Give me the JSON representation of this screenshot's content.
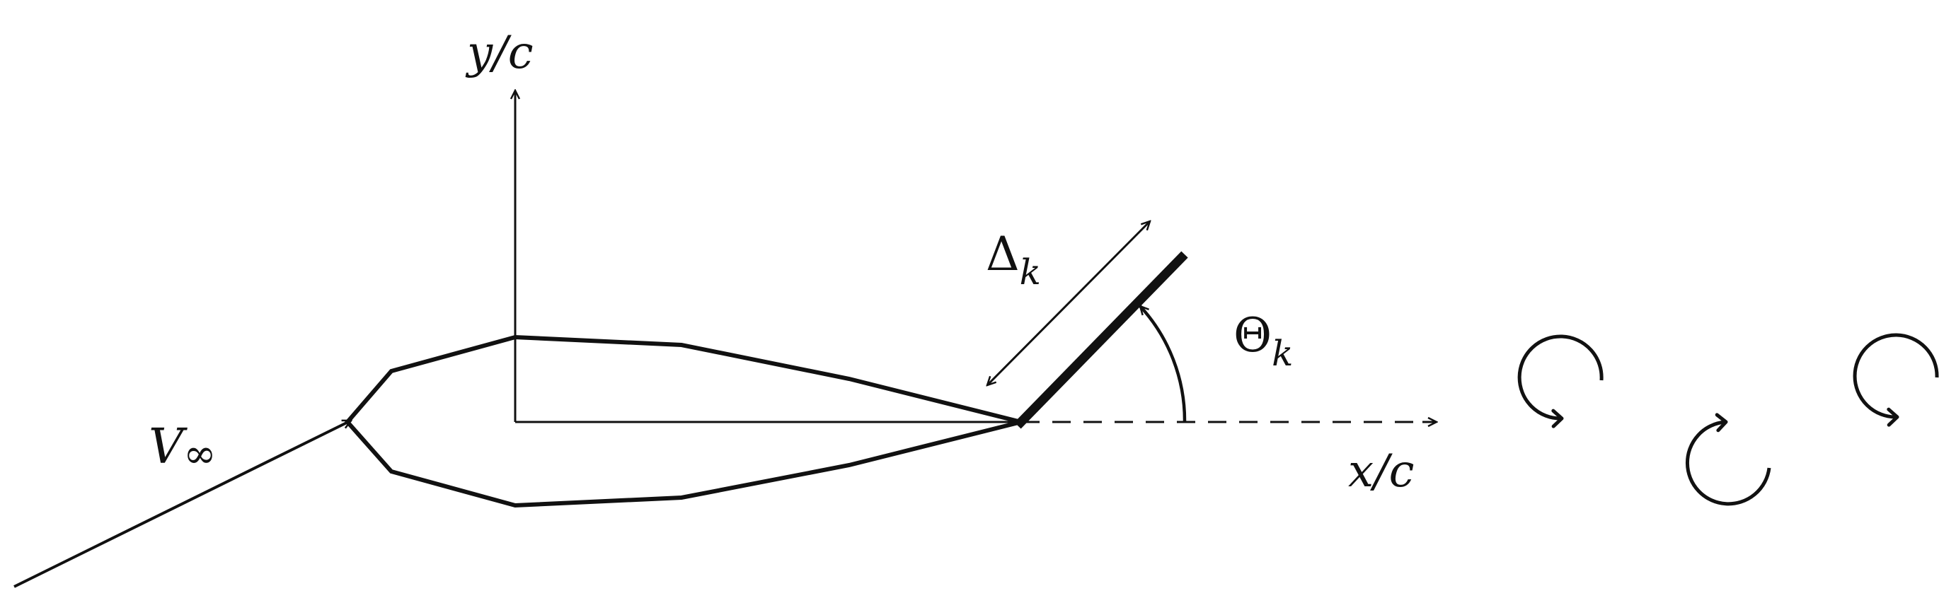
{
  "labels": {
    "y_axis": "y/c",
    "x_axis": "x/c",
    "freestream_symbol": "V",
    "freestream_subscript": "∞",
    "flap_length_symbol": "Δ",
    "flap_length_subscript": "k",
    "flap_angle_symbol": "Θ",
    "flap_angle_subscript": "k"
  },
  "colors": {
    "stroke": "#111111",
    "background": "#ffffff"
  },
  "icons": {
    "vortex": "clockwise-circular-arrow-icon"
  }
}
